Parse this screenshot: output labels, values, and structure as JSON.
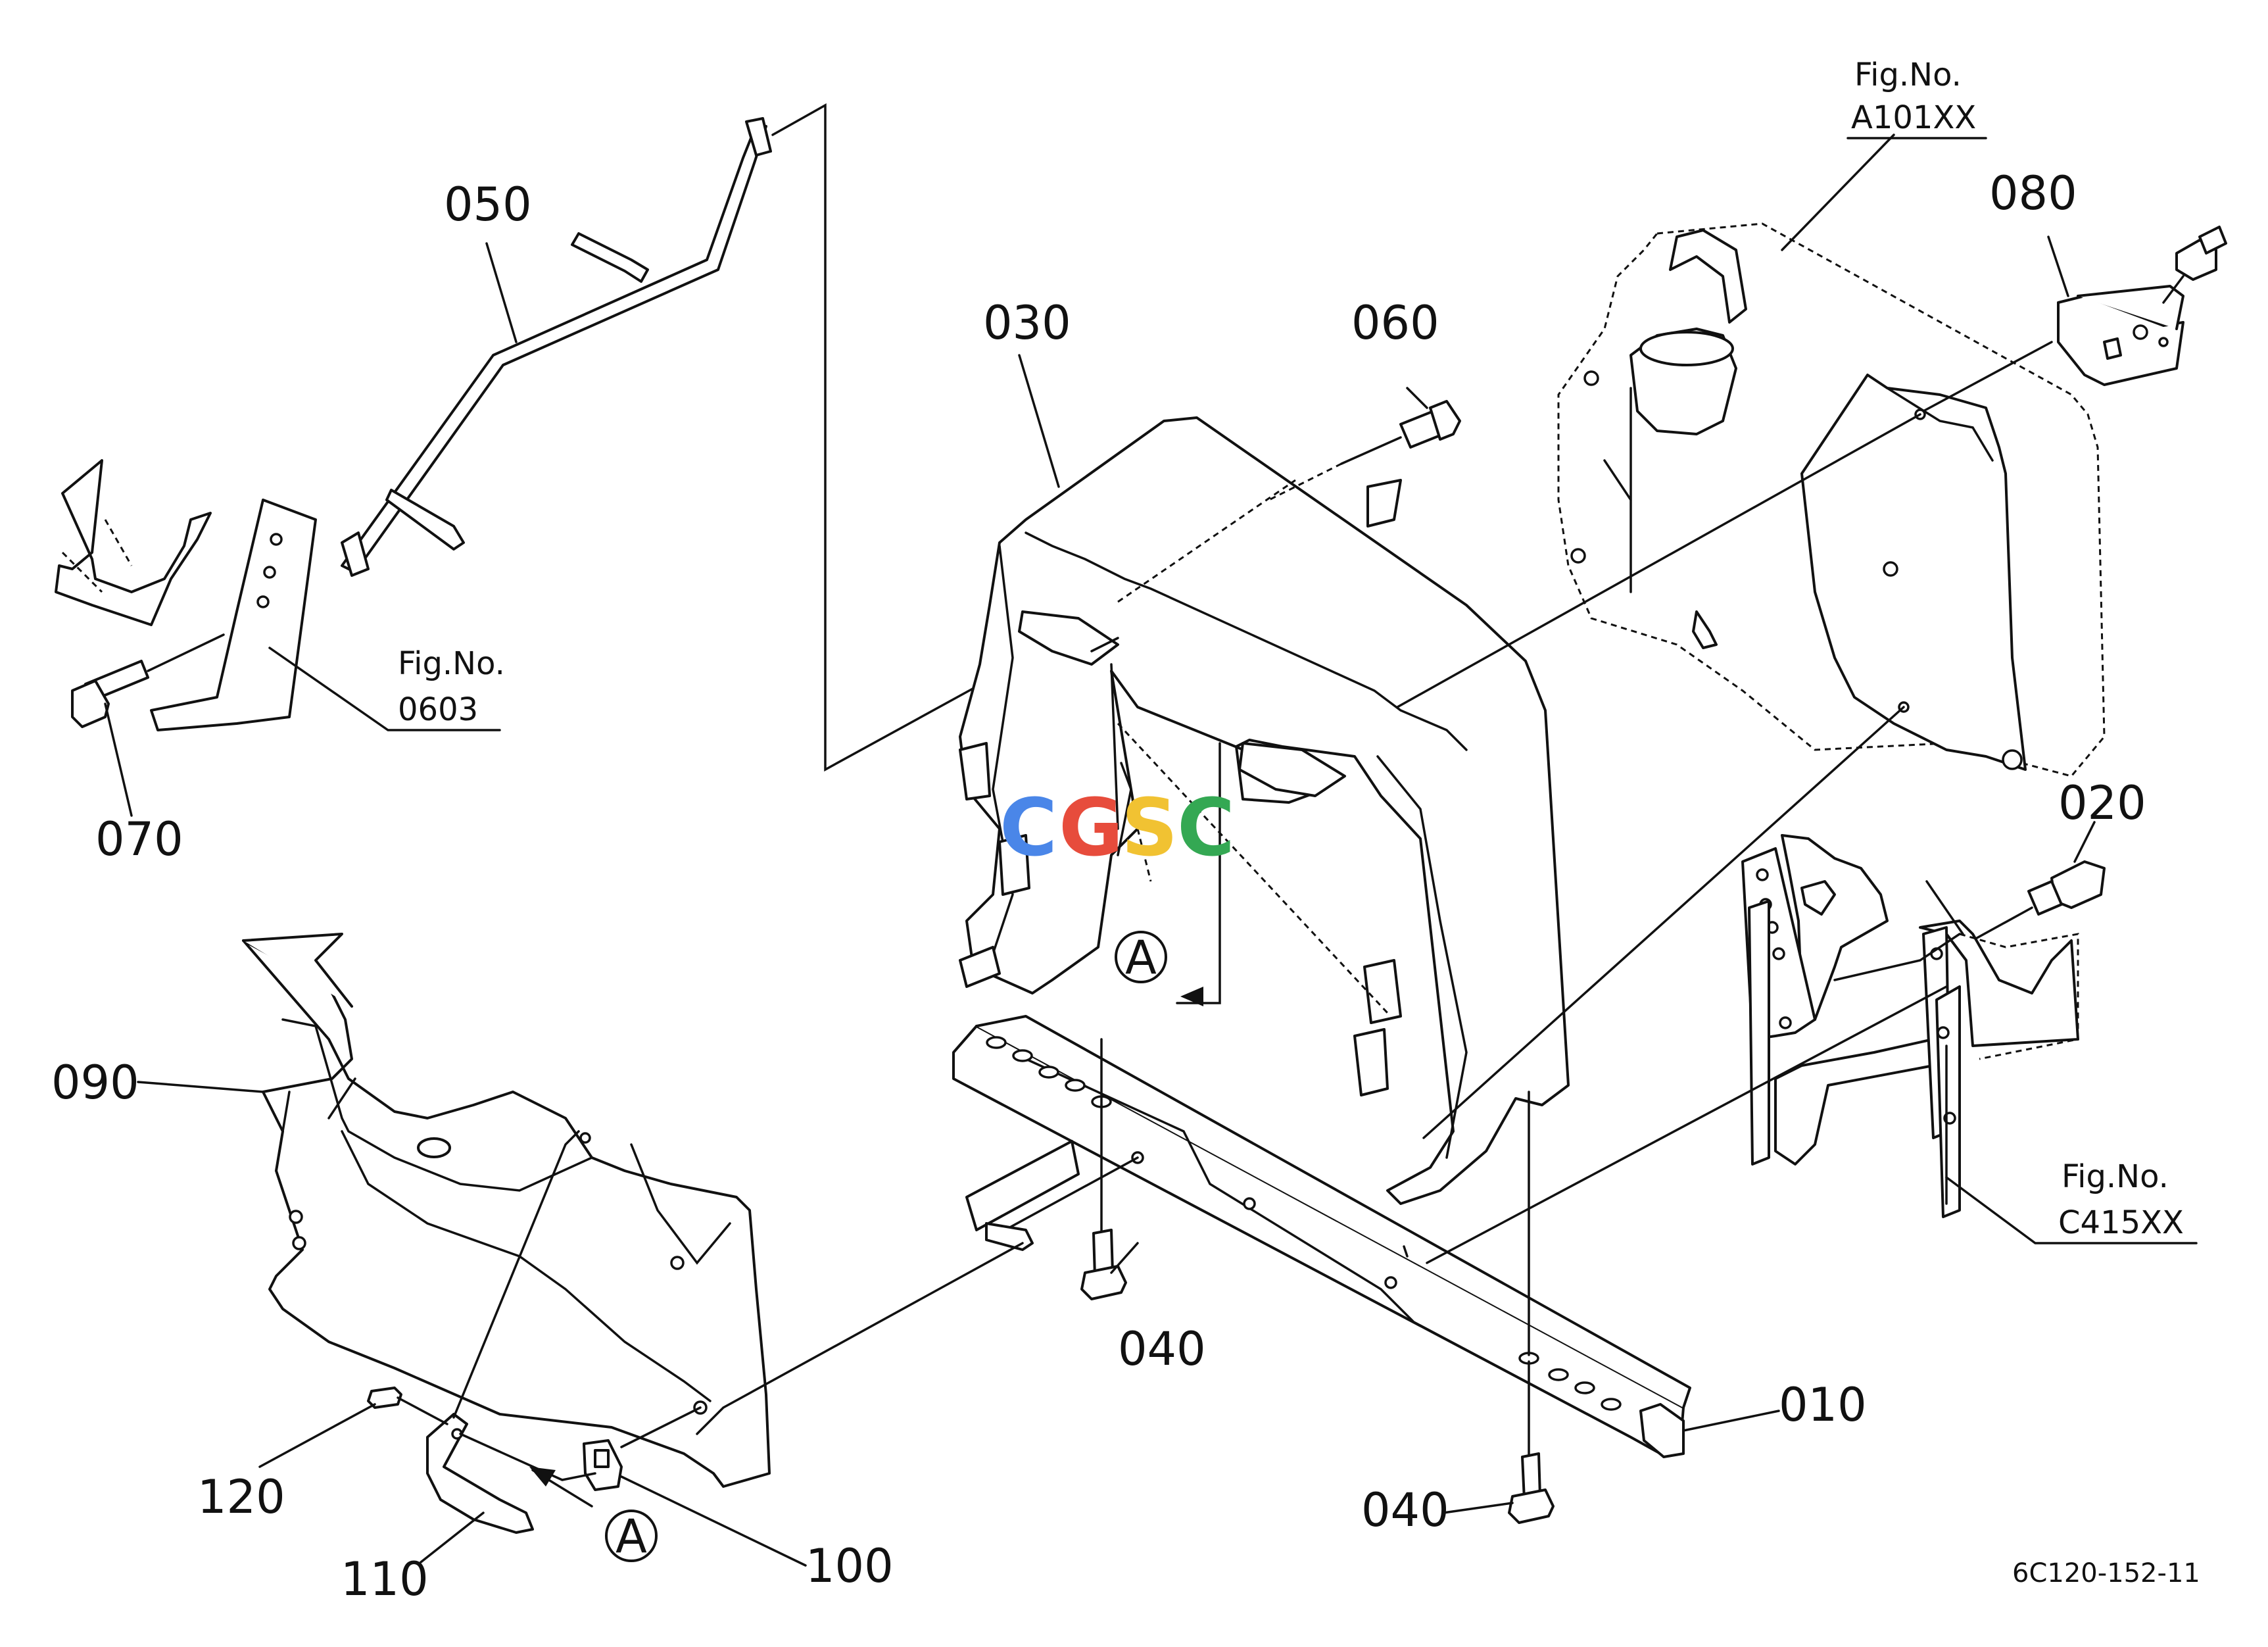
{
  "diagram": {
    "part_numbers": [
      "010",
      "020",
      "030",
      "040",
      "040",
      "050",
      "060",
      "070",
      "080",
      "090",
      "100",
      "110",
      "120"
    ],
    "references": [
      {
        "line1": "Fig.No.",
        "line2": "A101XX"
      },
      {
        "line1": "Fig.No.",
        "line2": "0603"
      },
      {
        "line1": "Fig.No.",
        "line2": "C415XX"
      }
    ],
    "callout_markers": [
      "A",
      "A"
    ],
    "drawing_code": "6C120-152-11",
    "watermark": {
      "letters": [
        "C",
        "G",
        "S",
        "C"
      ],
      "colors": [
        "#4a86e8",
        "#e74c3c",
        "#f1c232",
        "#34a853"
      ]
    }
  }
}
